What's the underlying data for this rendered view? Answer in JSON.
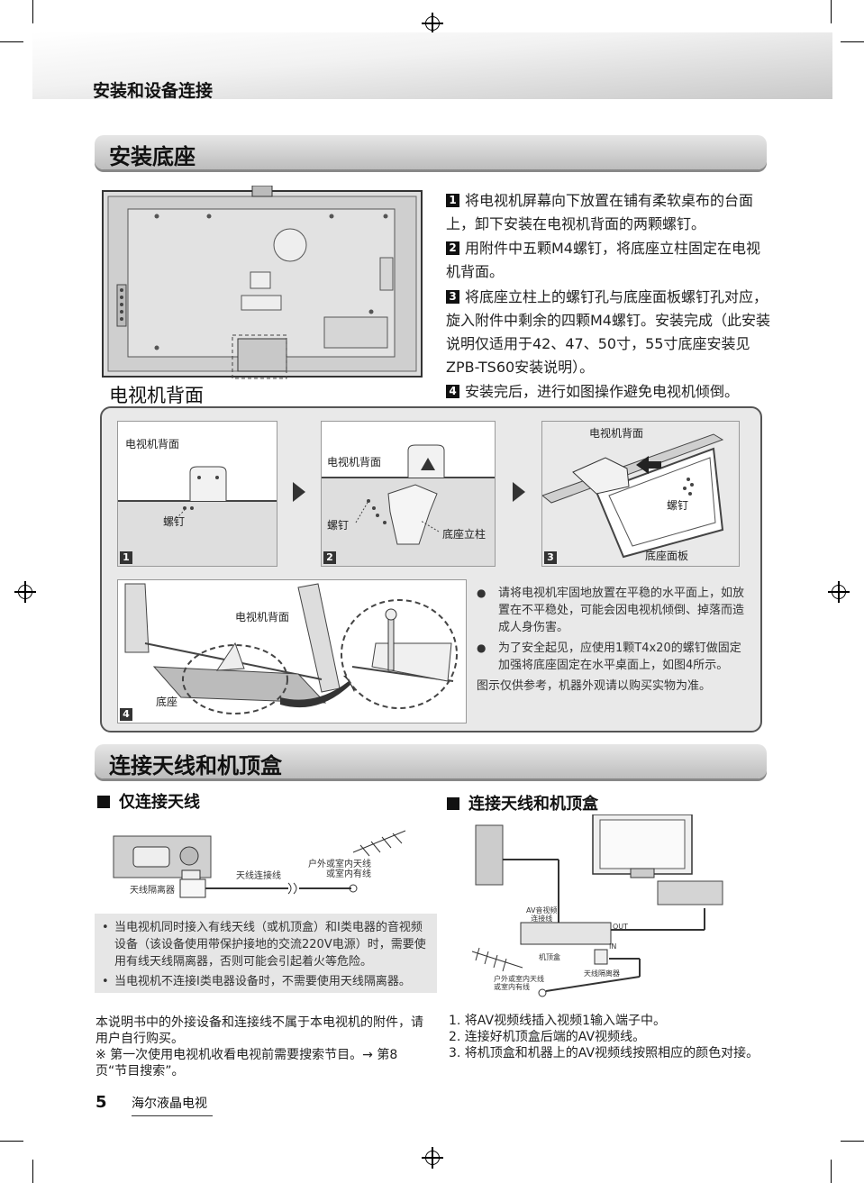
{
  "running_head": "安装和设备连接",
  "section1": {
    "title": "安装底座",
    "tv_back_caption": "电视机背面",
    "steps": [
      {
        "num": "1",
        "text": "将电视机屏幕向下放置在铺有柔软桌布的台面上，卸下安装在电视机背面的两颗螺钉。"
      },
      {
        "num": "2",
        "text": "用附件中五颗M4螺钉，将底座立柱固定在电视机背面。"
      },
      {
        "num": "3",
        "text": "将底座立柱上的螺钉孔与底座面板螺钉孔对应，旋入附件中剩余的四颗M4螺钉。安装完成（此安装说明仅适用于42、47、50寸，55寸底座安装见ZPB-TS60安装说明）。"
      },
      {
        "num": "4",
        "text": "安装完后，进行如图操作避免电视机倾倒。"
      }
    ],
    "figures": {
      "f1": {
        "num": "1",
        "label_back": "电视机背面",
        "label_screw": "螺钉"
      },
      "f2": {
        "num": "2",
        "label_back": "电视机背面",
        "label_screw": "螺钉",
        "label_post": "底座立柱"
      },
      "f3": {
        "num": "3",
        "label_back": "电视机背面",
        "label_screw": "螺钉",
        "label_plate": "底座面板"
      },
      "f4": {
        "num": "4",
        "label_back": "电视机背面",
        "label_base": "底座"
      }
    },
    "bullets": [
      "请将电视机牢固地放置在平稳的水平面上，如放置在不平稳处，可能会因电视机倾倒、掉落而造成人身伤害。",
      "为了安全起见，应使用1颗T4x20的螺钉做固定加强将底座固定在水平桌面上，如图4所示。"
    ],
    "disclaimer": "图示仅供参考，机器外观请以购买实物为准。"
  },
  "section2": {
    "title": "连接天线和机顶盒",
    "left": {
      "heading": "仅连接天线",
      "label_isolator": "天线隔离器",
      "label_cable": "天线连接线",
      "label_antenna": "户外或室内天线\n或室内有线",
      "notes": [
        "当电视机同时接入有线天线（或机顶盒）和I类电器的音视频设备（该设备使用带保护接地的交流220V电源）时，需要使用有线天线隔离器，否则可能会引起着火等危险。",
        "当电视机不连接I类电器设备时，不需要使用天线隔离器。"
      ]
    },
    "right": {
      "heading": "连接天线和机顶盒",
      "label_av": "AV音视频\n连接线",
      "label_out": "OUT",
      "label_in": "IN",
      "label_stb": "机顶盒",
      "label_isolator": "天线隔离器",
      "label_antenna": "户外或室内天线\n或室内有线",
      "steps": [
        "1. 将AV视频线插入视频1输入端子中。",
        "2. 连接好机顶盒后端的AV视频线。",
        "3. 将机顶盒和机器上的AV视频线按照相应的颜色对接。"
      ]
    },
    "footnote_line1": "本说明书中的外接设备和连接线不属于本电视机的附件，请用户自行购买。",
    "footnote_line2": "※ 第一次使用电视机收看电视前需要搜索节目。→ 第8页“节目搜索”。"
  },
  "footer": {
    "page": "5",
    "brand": "海尔液晶电视"
  }
}
